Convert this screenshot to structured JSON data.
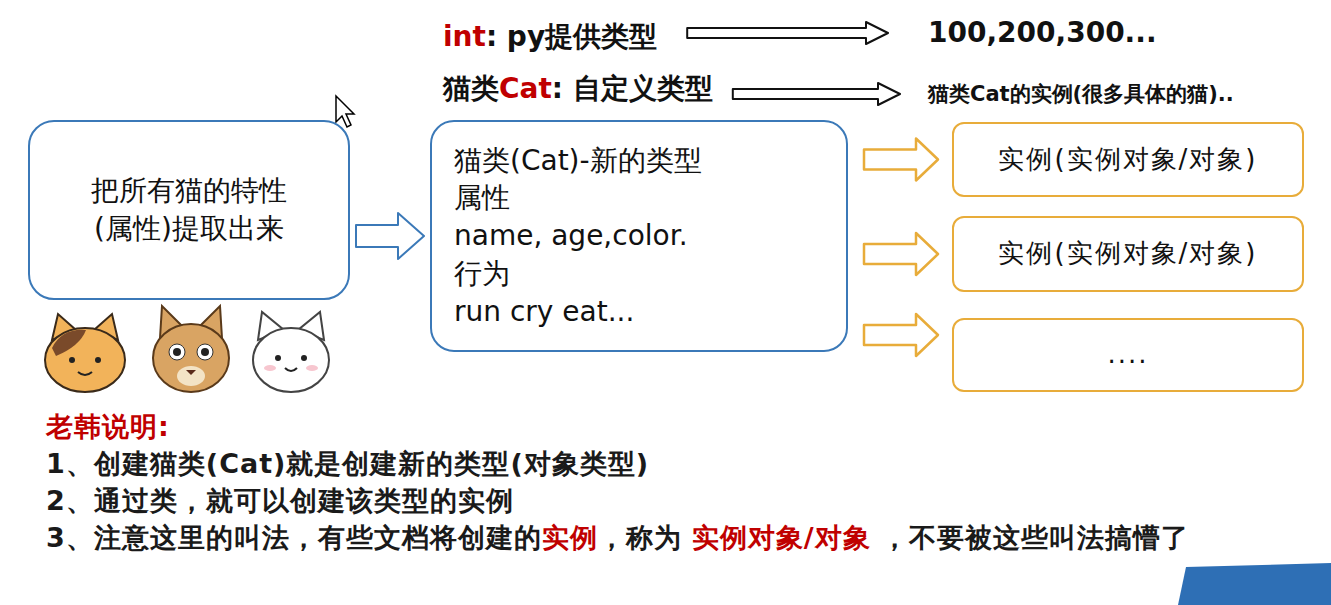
{
  "diagram": {
    "nodes": [
      {
        "text": [
          "int",
          ": py提供类型"
        ]
      },
      {
        "text": [
          "100,200,300..."
        ]
      },
      {
        "text": [
          "猫类",
          "Cat",
          ": 自定义类型"
        ]
      },
      {
        "text": [
          "猫类Cat的实例(很多具体的猫).."
        ]
      },
      {
        "text": [
          "把所有猫的特性 (属性)提取出来"
        ]
      },
      {
        "text": [
          "猫类(Cat)-新的类型",
          "属性",
          "name, age,color.",
          "行为",
          "run cry eat..."
        ]
      },
      {
        "text": [
          "实例(实例对象/对象)"
        ]
      },
      {
        "text": [
          "实例(实例对象/对象)"
        ]
      },
      {
        "text": [
          "...."
        ]
      }
    ],
    "edges": [
      {
        "from": 0,
        "to": 1,
        "arrow": "to"
      },
      {
        "from": 2,
        "to": 3,
        "arrow": "to"
      },
      {
        "from": 4,
        "to": 5,
        "arrow": "to"
      },
      {
        "from": 5,
        "to": 6,
        "arrow": "to"
      },
      {
        "from": 5,
        "to": 7,
        "arrow": "to"
      },
      {
        "from": 5,
        "to": 8,
        "arrow": "to"
      }
    ],
    "labels": [
      "老韩说明:",
      "1、创建猫类(Cat)就是创建新的类型(对象类型)",
      "2、通过类，就可以创建该类型的实例",
      "3、注意这里的叫法，有些文档将创建的",
      "实例",
      "，称为",
      "实例对象/对象",
      "，不要被这些叫法搞懵了"
    ]
  }
}
